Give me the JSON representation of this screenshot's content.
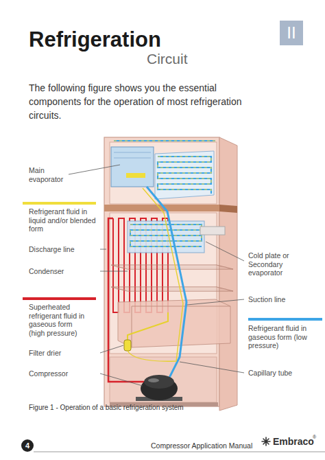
{
  "diagram": {
    "title": "Refrigeration",
    "caption": "Figure 1 - Operation of a basic refrigeration system",
    "nodes": [
      {
        "text": [
          "II"
        ]
      },
      {
        "text": [
          "4"
        ]
      }
    ],
    "labels": [
      "Circuit",
      "The following figure shows you the essential components for the operation of most refrigeration circuits.",
      "Main evaporator",
      "Discharge line",
      "Condenser",
      "Filter drier",
      "Compressor",
      "Cold plate or Secondary evaporator",
      "Suction line",
      "Capillary tube",
      "Compressor Application Manual",
      "Embraco",
      "®"
    ],
    "legend": [
      {
        "text": "Refrigerant fluid in liquid and/or blended form",
        "color": "#f0de3c"
      },
      {
        "text": "Superheated refrigerant fluid in gaseous form (high pressure)",
        "color": "#d7222b"
      },
      {
        "text": "Refrigerant fluid in gaseous form (low pressure)",
        "color": "#3da5e6"
      }
    ]
  }
}
